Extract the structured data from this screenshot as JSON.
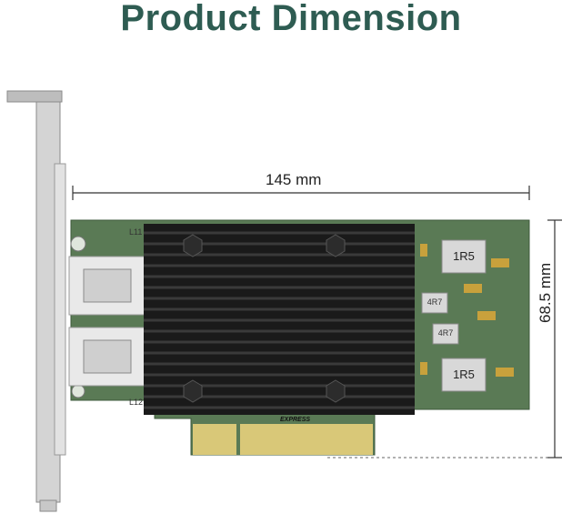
{
  "page": {
    "title": "Product Dimension"
  },
  "dimensions": {
    "width": "145 mm",
    "height": "68.5 mm"
  },
  "board": {
    "chips": [
      "1R5",
      "4R7",
      "4R7",
      "1R5"
    ],
    "silkscreen": {
      "l11": "L11",
      "l12": "L12",
      "express": "EXPRESS"
    }
  },
  "colors": {
    "title": "#2e5c52",
    "pcb": "#5a7a55",
    "heatsink": "#1a1a1a",
    "gold_contacts": "#d9c878",
    "bracket": "#c8c8c8"
  }
}
